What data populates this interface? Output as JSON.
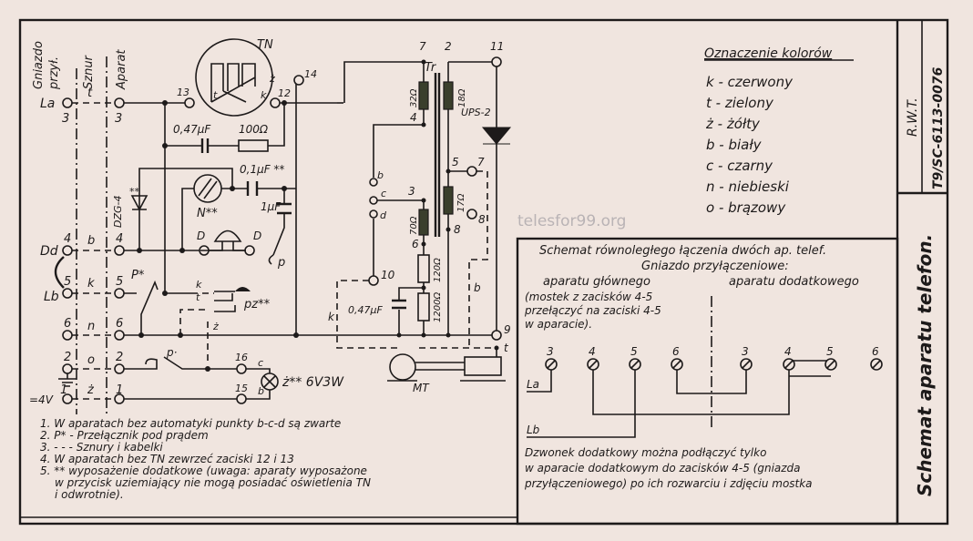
{
  "title": "Schemat aparatu telefon.",
  "doc_code": {
    "org": "R.W.T.",
    "number": "T9/SC-6113-0076"
  },
  "watermark": "telesfor99.org",
  "column_headers": {
    "socket": "Gniazdo",
    "socket2": "przył.",
    "cord": "Sznur",
    "apparatus": "Aparat"
  },
  "terminals_left": {
    "La": "La",
    "Dd": "Dd",
    "Lb": "Lb",
    "battery": "=4V",
    "socket_nums": [
      "3",
      "4",
      "5",
      "6",
      "2",
      "1"
    ],
    "cord_letters": [
      "t",
      "b",
      "k",
      "n",
      "o",
      "ż"
    ],
    "app_nums": [
      "3",
      "4",
      "5",
      "6",
      "2",
      "1"
    ]
  },
  "components": {
    "tn": "TN",
    "t13": "13",
    "t12": "12",
    "t14": "14",
    "tn_t": "t",
    "tn_k": "k",
    "tn_z": "ż",
    "cap1": "0,47µF",
    "res1": "100Ω",
    "cap2": "0,1µF **",
    "cap3": "1µF",
    "neon": "N**",
    "diode": "DZG-4",
    "diode_star": "**",
    "bell_d1": "D",
    "bell_d2": "D",
    "switch_p": "p",
    "switch_P": "P*",
    "pz": "pz**",
    "pz_k": "k",
    "pz_t": "t",
    "pz_z": "ż",
    "switch_p2": "p·",
    "t16": "16",
    "t15": "15",
    "lamp_c": "c",
    "lamp_b": "b",
    "lamp": "ż** 6V3W",
    "tr": "Tr",
    "t7": "7",
    "t2": "2",
    "t11": "11",
    "coil32": "32Ω",
    "coil18": "18Ω",
    "t4": "4",
    "ups": "UPS-2",
    "t5": "5",
    "t7b": "7",
    "coil17": "17Ω",
    "t8": "8",
    "t8b": "8",
    "t3": "3",
    "coil70": "70Ω",
    "t6": "6",
    "r120": "120Ω",
    "r1200": "1200Ω",
    "cap4": "0,47µF",
    "sw_b": "b",
    "sw_c": "c",
    "sw_d": "d",
    "t10": "10",
    "t9": "9",
    "mt": "MT",
    "mt_t": "t",
    "wire_k": "k",
    "wire_b": "b"
  },
  "color_legend": {
    "title": "Oznaczenie kolorów",
    "items": [
      "k - czerwony",
      "t - zielony",
      "ż - żółty",
      "b - biały",
      "c - czarny",
      "n - niebieski",
      "o - brązowy"
    ]
  },
  "parallel": {
    "title": "Schemat równoległego łączenia dwóch ap. telef.",
    "subtitle": "Gniazdo przyłączeniowe:",
    "main": "aparatu głównego",
    "extra": "aparatu dodatkowego",
    "note": [
      "(mostek z zacisków 4-5",
      "przełączyć na zaciski 4-5",
      "w aparacie)."
    ],
    "terminals": [
      "3",
      "4",
      "5",
      "6",
      "3",
      "4",
      "5",
      "6"
    ],
    "La": "La",
    "Lb": "Lb",
    "footer": [
      "Dzwonek dodatkowy można podłączyć tylko",
      "w aparacie dodatkowym do zacisków 4-5 (gniazda",
      "przyłączeniowego) po ich rozwarciu i zdjęciu mostka"
    ]
  },
  "notes": [
    "1. W aparatach bez automatyki punkty b-c-d są zwarte",
    "2. P* - Przełącznik pod prądem",
    "3. - - - Sznury i kabelki",
    "4. W aparatach bez TN zewrzeć zaciski 12 i 13",
    "5. ** wyposażenie dodatkowe (uwaga: aparaty wyposażone",
    "w przycisk uziemiający nie mogą posiadać oświetlenia TN",
    "i odwrotnie)."
  ]
}
